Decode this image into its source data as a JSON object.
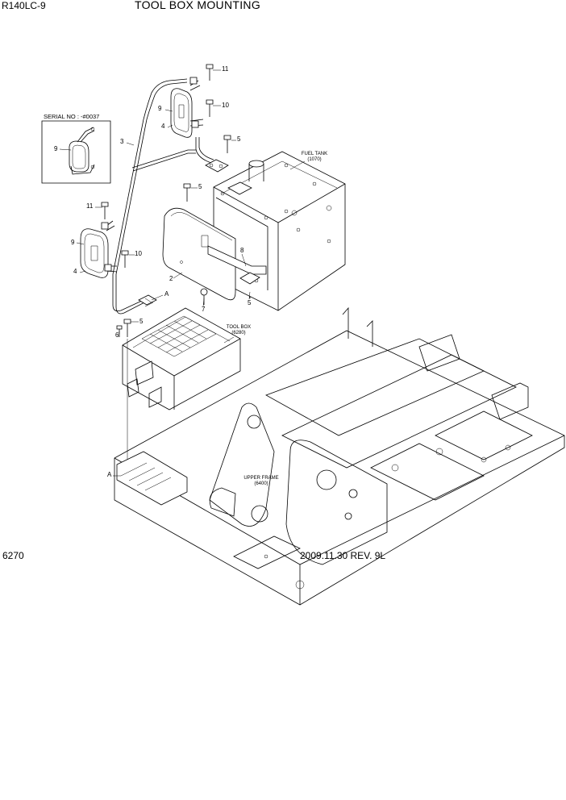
{
  "header": {
    "model": "R140LC-9",
    "title": "TOOL BOX MOUNTING"
  },
  "footer": {
    "page_number": "6270",
    "revision": "2009.11.30 REV. 9L"
  },
  "inset": {
    "serial_label": "SERIAL NO : -#0037",
    "callout": "9"
  },
  "callouts": {
    "c11_top": "11",
    "c10_top": "10",
    "c9_top": "9",
    "c4_top": "4",
    "c3": "3",
    "c5_a": "5",
    "c5_b": "5",
    "c11_left": "11",
    "c9_left": "9",
    "c4_left": "4",
    "c10_left": "10",
    "c2": "2",
    "c8": "8",
    "c7": "7",
    "c5_c": "5",
    "c5_d": "5",
    "c6": "6",
    "a_top": "A",
    "a_bottom": "A"
  },
  "labels": {
    "fuel_tank_name": "FUEL TANK",
    "fuel_tank_ref": "(1070)",
    "tool_box_name": "TOOL BOX",
    "tool_box_ref": "(6280)",
    "upper_frame_name": "UPPER FRAME",
    "upper_frame_ref": "(6400)"
  }
}
